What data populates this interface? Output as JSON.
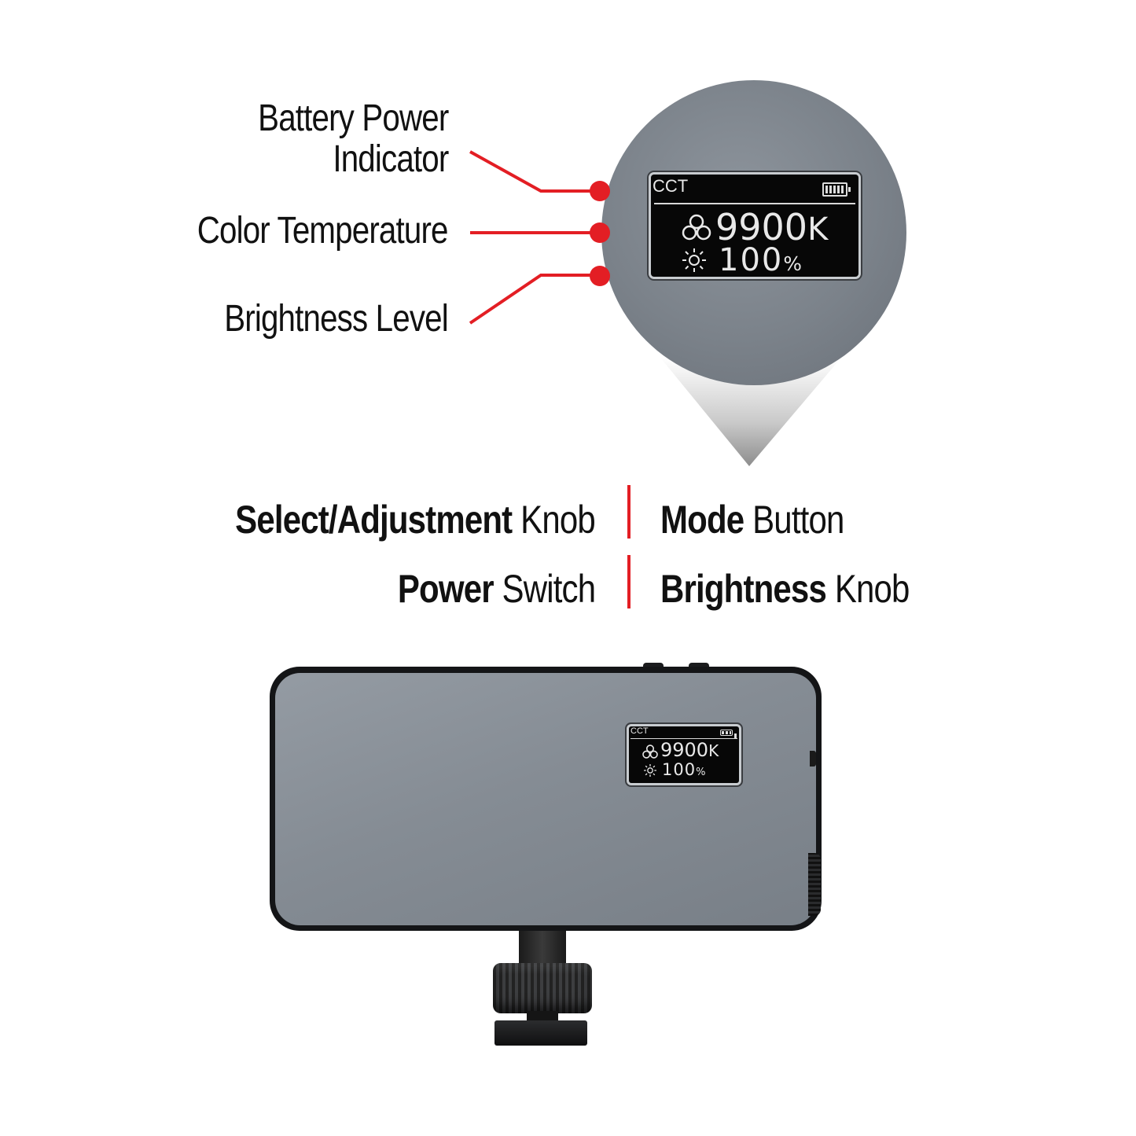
{
  "callouts": {
    "battery_line1": "Battery Power",
    "battery_line2": "Indicator",
    "color_temperature": "Color Temperature",
    "brightness_level": "Brightness Level"
  },
  "display": {
    "mode": "CCT",
    "color_temp_value": "9900",
    "color_temp_unit": "K",
    "brightness_value": "100",
    "brightness_unit": "%",
    "battery_level_fraction": 1.0
  },
  "controls": {
    "select_bold": "Select/Adjustment",
    "select_rest": " Knob",
    "mode_bold": "Mode",
    "mode_rest": " Button",
    "power_bold": "Power",
    "power_rest": " Switch",
    "brightness_bold": "Brightness",
    "brightness_rest": " Knob"
  },
  "colors": {
    "accent_red": "#e31e24",
    "device_gray": "#858c94"
  },
  "icons": [
    "battery-icon",
    "color-temperature-icon",
    "brightness-sun-icon"
  ]
}
